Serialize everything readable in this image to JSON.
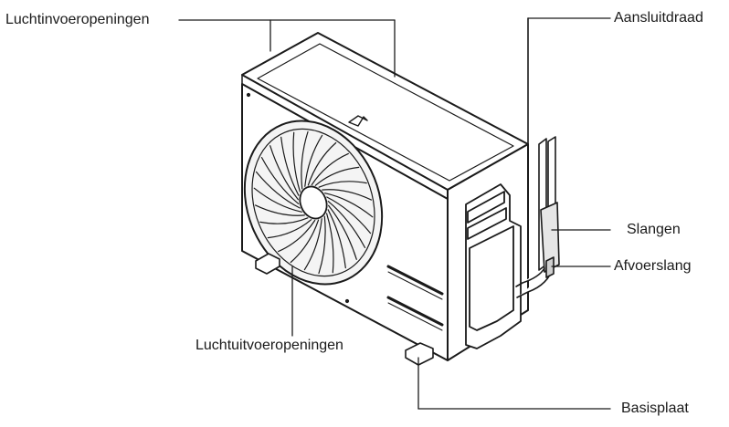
{
  "labels": {
    "air_inlets": "Luchtinvoeropeningen",
    "connection_cable": "Aansluitdraad",
    "hoses": "Slangen",
    "drain_hose": "Afvoerslang",
    "air_outlets": "Luchtuitvoeropeningen",
    "base_plate": "Basisplaat"
  },
  "colors": {
    "line": "#1a1a1a",
    "background": "#ffffff"
  }
}
